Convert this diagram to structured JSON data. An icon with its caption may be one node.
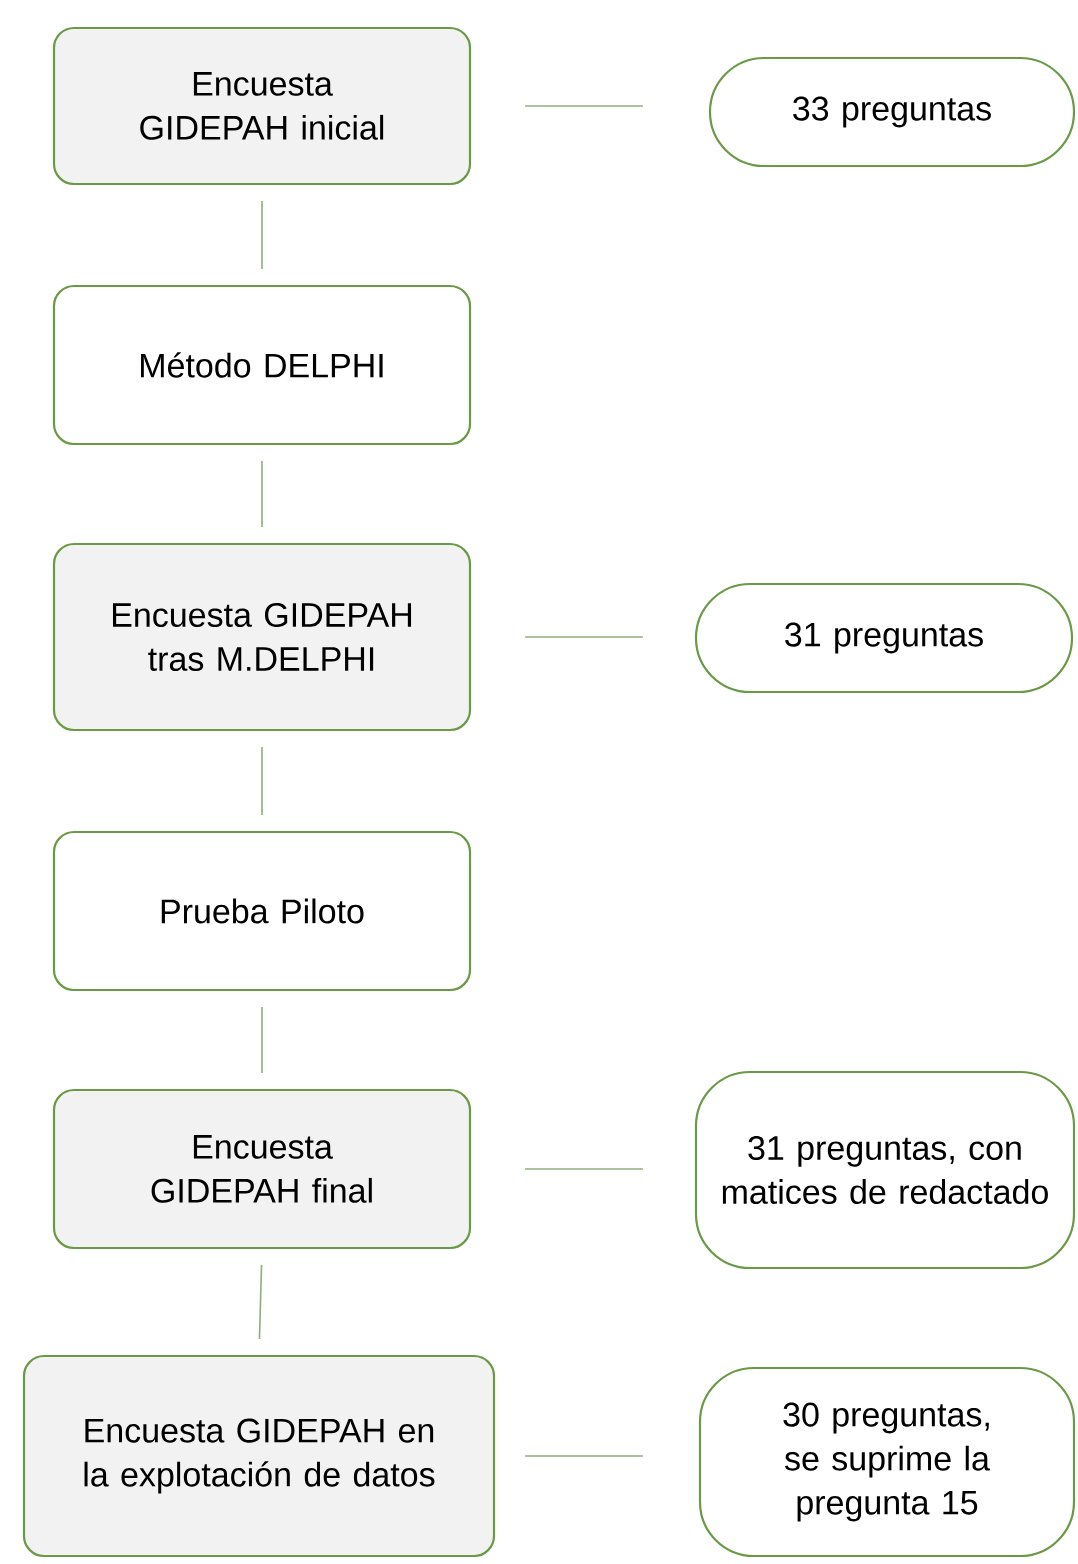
{
  "diagram": {
    "nodes": [
      {
        "text": [
          "Encuesta GIDEPAH inicial"
        ]
      },
      {
        "text": [
          "Método DELPHI"
        ]
      },
      {
        "text": [
          "Encuesta GIDEPAH tras M.DELPHI"
        ]
      },
      {
        "text": [
          "Prueba Piloto"
        ]
      },
      {
        "text": [
          "Encuesta GIDEPAH final"
        ]
      },
      {
        "text": [
          "Encuesta GIDEPAH en la explotación de datos"
        ]
      },
      {
        "text": [
          "33 preguntas"
        ]
      },
      {
        "text": [
          "31 preguntas"
        ]
      },
      {
        "text": [
          "31 preguntas, con matices de redactado"
        ]
      },
      {
        "text": [
          "30 preguntas, se suprime la pregunta 15"
        ]
      }
    ],
    "edges": [
      {
        "from": 0,
        "to": 1,
        "arrow": "none"
      },
      {
        "from": 1,
        "to": 2,
        "arrow": "none"
      },
      {
        "from": 2,
        "to": 3,
        "arrow": "none"
      },
      {
        "from": 3,
        "to": 4,
        "arrow": "none"
      },
      {
        "from": 4,
        "to": 5,
        "arrow": "none"
      },
      {
        "from": 0,
        "to": 6,
        "arrow": "none"
      },
      {
        "from": 2,
        "to": 7,
        "arrow": "none"
      },
      {
        "from": 4,
        "to": 8,
        "arrow": "none"
      },
      {
        "from": 5,
        "to": 9,
        "arrow": "none"
      }
    ]
  }
}
